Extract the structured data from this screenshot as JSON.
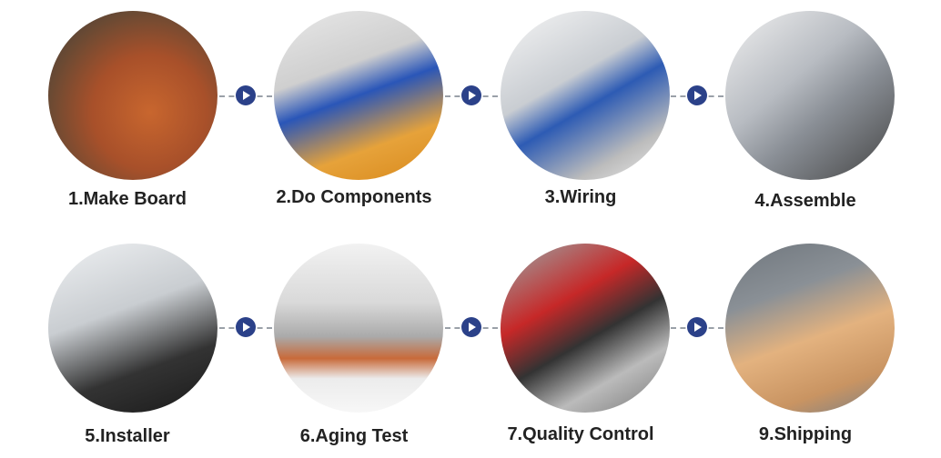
{
  "steps": [
    {
      "label": "1.Make Board"
    },
    {
      "label": "2.Do Components"
    },
    {
      "label": "3.Wiring"
    },
    {
      "label": "4.Assemble"
    },
    {
      "label": "5.Installer"
    },
    {
      "label": "6.Aging Test"
    },
    {
      "label": "7.Quality Control"
    },
    {
      "label": "9.Shipping"
    }
  ],
  "colors": {
    "arrow": "#2b4189",
    "connector": "#9aa0a8"
  }
}
